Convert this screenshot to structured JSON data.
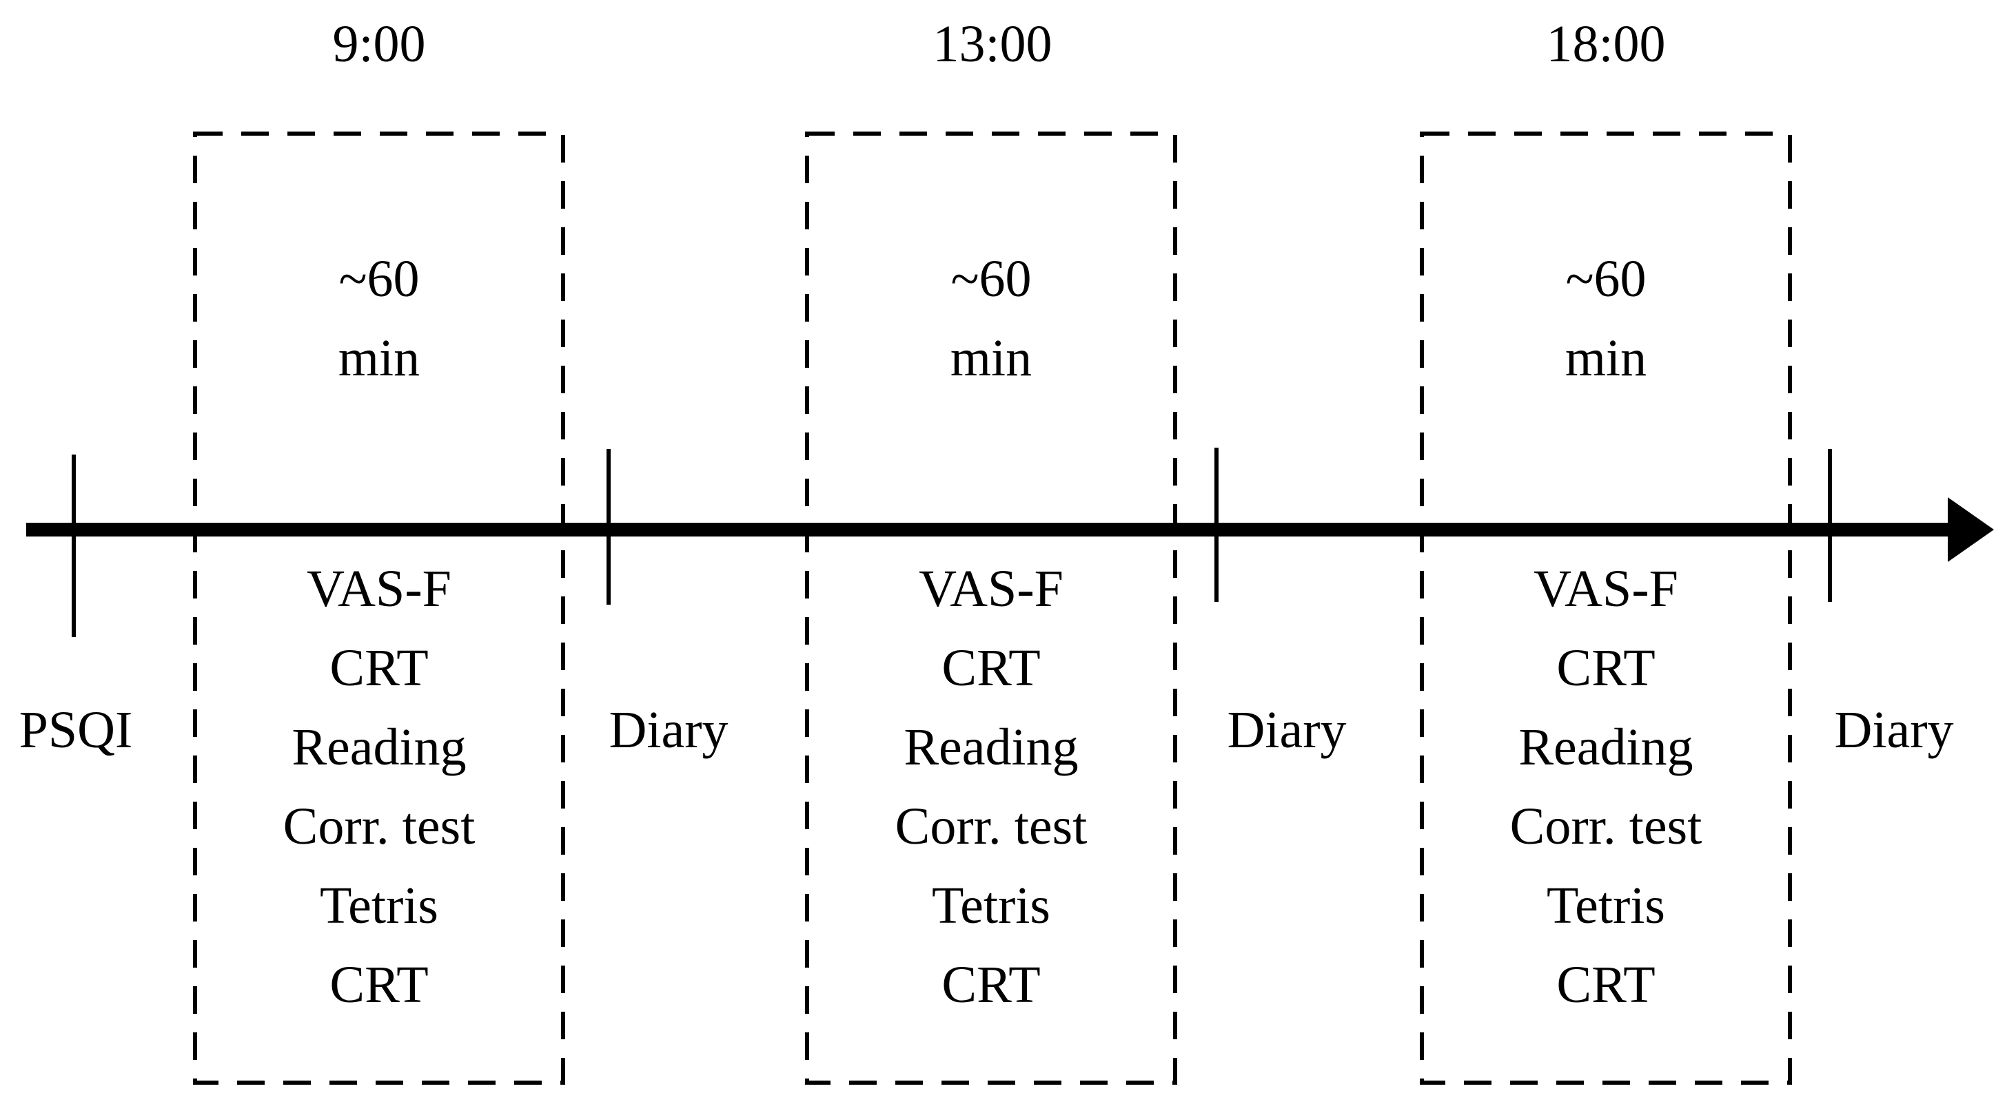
{
  "colors": {
    "ink": "#000000",
    "background": "#ffffff"
  },
  "pre_label": "PSQI",
  "sessions": [
    {
      "time": "9:00",
      "duration": [
        "~60",
        "min"
      ],
      "tasks": [
        "VAS-F",
        "CRT",
        "Reading",
        "Corr. test",
        "Tetris",
        "CRT"
      ],
      "after_label": "Diary"
    },
    {
      "time": "13:00",
      "duration": [
        "~60",
        "min"
      ],
      "tasks": [
        "VAS-F",
        "CRT",
        "Reading",
        "Corr. test",
        "Tetris",
        "CRT"
      ],
      "after_label": "Diary"
    },
    {
      "time": "18:00",
      "duration": [
        "~60",
        "min"
      ],
      "tasks": [
        "VAS-F",
        "CRT",
        "Reading",
        "Corr. test",
        "Tetris",
        "CRT"
      ],
      "after_label": "Diary"
    }
  ]
}
